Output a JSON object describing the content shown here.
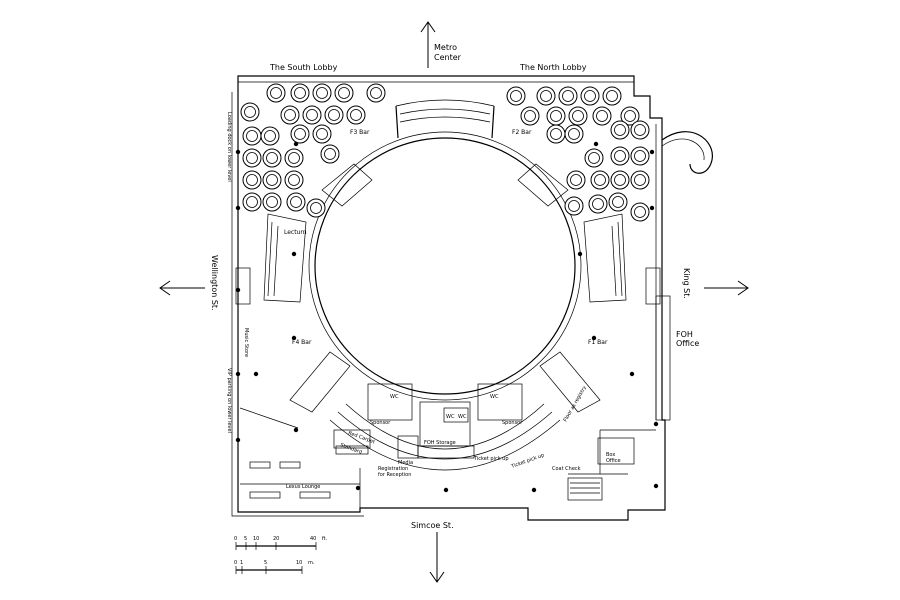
{
  "directions": {
    "north": "Metro\nCenter",
    "south": "Simcoe St.",
    "west": "Wellington St.",
    "east": "King St."
  },
  "lobbies": {
    "south": "The South Lobby",
    "north": "The North Lobby"
  },
  "bars": {
    "f1": "F1 Bar",
    "f2": "F2 Bar",
    "f3": "F3 Bar",
    "f4": "F4 Bar"
  },
  "side_notes": {
    "loading_dock": "Loading dock on lower level",
    "music_store": "Music Store",
    "vip_parking": "VIP parking on lower level",
    "registry": "Floor as registry"
  },
  "rooms": {
    "lecturn": "Lecturn",
    "fohoffice": "FOH\nOffice",
    "foh_storage": "FOH Storage",
    "box_office": "Box\nOffice",
    "coat_check": "Coat Check",
    "lexus_lounge": "Lexus Lounge",
    "red_carpet": "Red Carpet",
    "registration": "Registration\nfor Reception",
    "ticket_pickup_left": "Ticket pick up",
    "ticket_pickup_right": "Ticket pick up",
    "media": "Media",
    "sponsor_left": "Sponsor",
    "sponsor_right": "Sponsor",
    "wc_left": "WC",
    "wc_right": "WC",
    "wc_mid_a": "WC",
    "wc_mid_b": "WC",
    "stand": "Standard"
  },
  "scale": {
    "feet_ticks": [
      "0",
      "5",
      "10",
      "20",
      "40"
    ],
    "feet_unit": "ft.",
    "meter_ticks": [
      "0",
      "1",
      "5",
      "10"
    ],
    "meter_unit": "m."
  }
}
